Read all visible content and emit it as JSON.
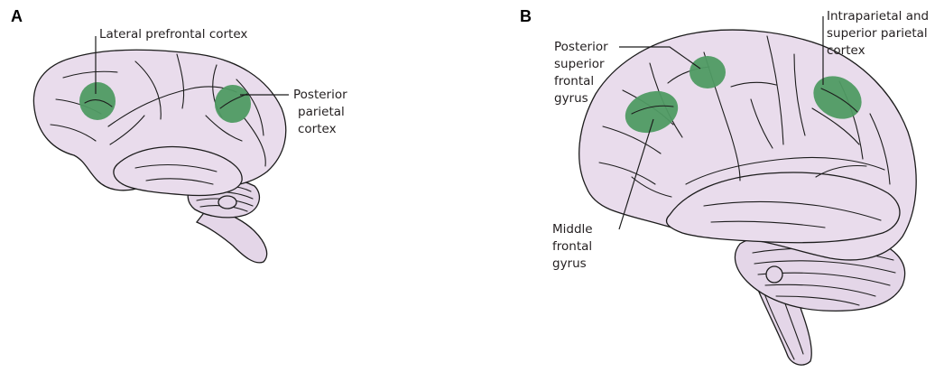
{
  "panels": [
    {
      "letter": "A",
      "labels": [
        [
          "Lateral prefrontal cortex"
        ],
        [
          "Posterior",
          "parietal",
          "cortex"
        ]
      ]
    },
    {
      "letter": "B",
      "labels": [
        [
          "Posterior",
          "superior",
          "frontal",
          "gyrus"
        ],
        [
          "Intraparietal and",
          "superior parietal",
          "cortex"
        ],
        [
          "Middle",
          "frontal",
          "gyrus"
        ]
      ]
    }
  ],
  "colors": {
    "brain_fill": "#e9dcec",
    "region_fill": "#4f9a63",
    "outline": "#1c1c1c"
  }
}
